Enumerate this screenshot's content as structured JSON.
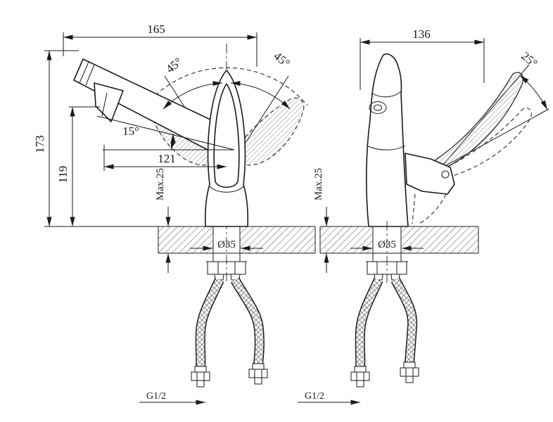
{
  "drawing": {
    "front_view": {
      "width": "165",
      "overall_height": "173",
      "spout_height": "119",
      "spout_reach": "121",
      "spout_angle": "15°",
      "handle_swing_left": "45°",
      "handle_swing_right": "45°",
      "max_deck_thickness": "Max.25",
      "mounting_hole_diameter": "Ø35",
      "inlet_thread": "G1/2"
    },
    "side_view": {
      "depth": "136",
      "handle_swing": "25°",
      "max_deck_thickness": "Max.25",
      "mounting_hole_diameter": "Ø35",
      "inlet_thread": "G1/2"
    },
    "colors": {
      "line": "#1a1a1a",
      "background": "#ffffff"
    }
  }
}
